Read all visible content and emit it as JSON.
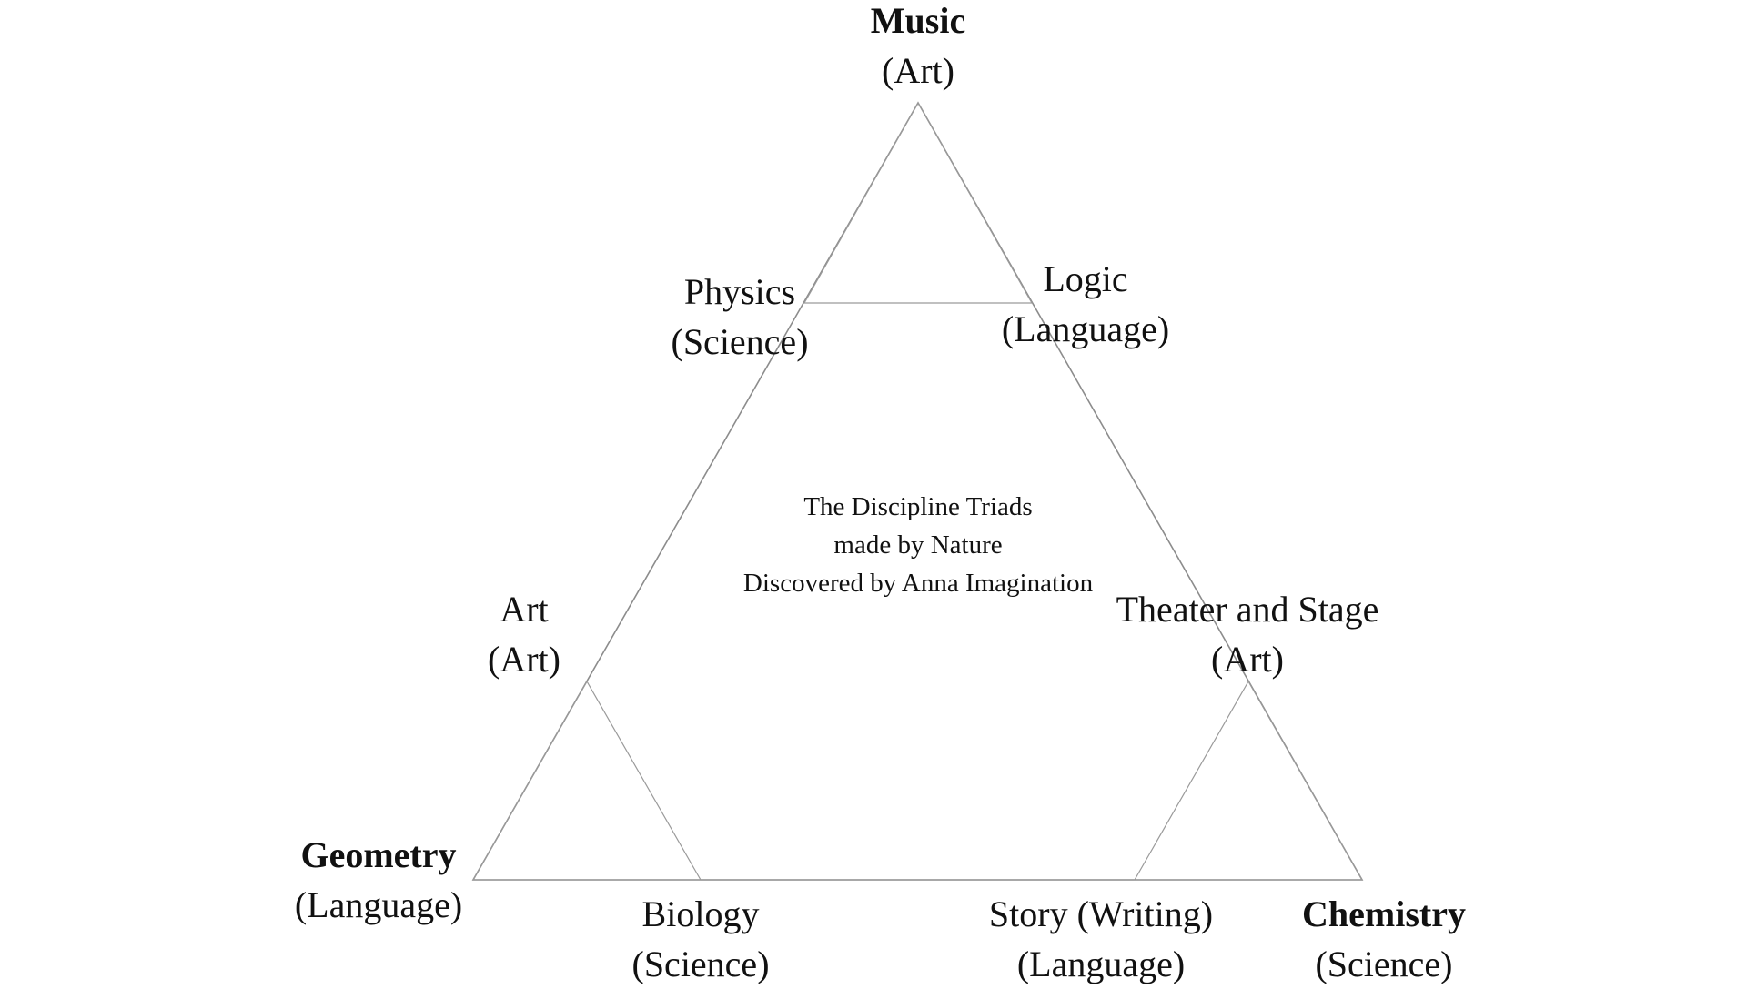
{
  "diagram": {
    "caption": {
      "line1": "The Discipline Triads",
      "line2": "made by Nature",
      "line3": "Discovered by Anna Imagination"
    },
    "nodes": {
      "music": {
        "name": "Music",
        "category": "(Art)"
      },
      "physics": {
        "name": "Physics",
        "category": "(Science)"
      },
      "logic": {
        "name": "Logic",
        "category": "(Language)"
      },
      "art": {
        "name": "Art",
        "category": "(Art)"
      },
      "theater": {
        "name": "Theater and Stage",
        "category": "(Art)"
      },
      "geometry": {
        "name": "Geometry",
        "category": "(Language)"
      },
      "biology": {
        "name": "Biology",
        "category": "(Science)"
      },
      "story": {
        "name": "Story (Writing)",
        "category": "(Language)"
      },
      "chemistry": {
        "name": "Chemistry",
        "category": "(Science)"
      }
    },
    "colors": {
      "line": "#8c8c8c",
      "text": "#111111",
      "background": "#ffffff"
    }
  }
}
